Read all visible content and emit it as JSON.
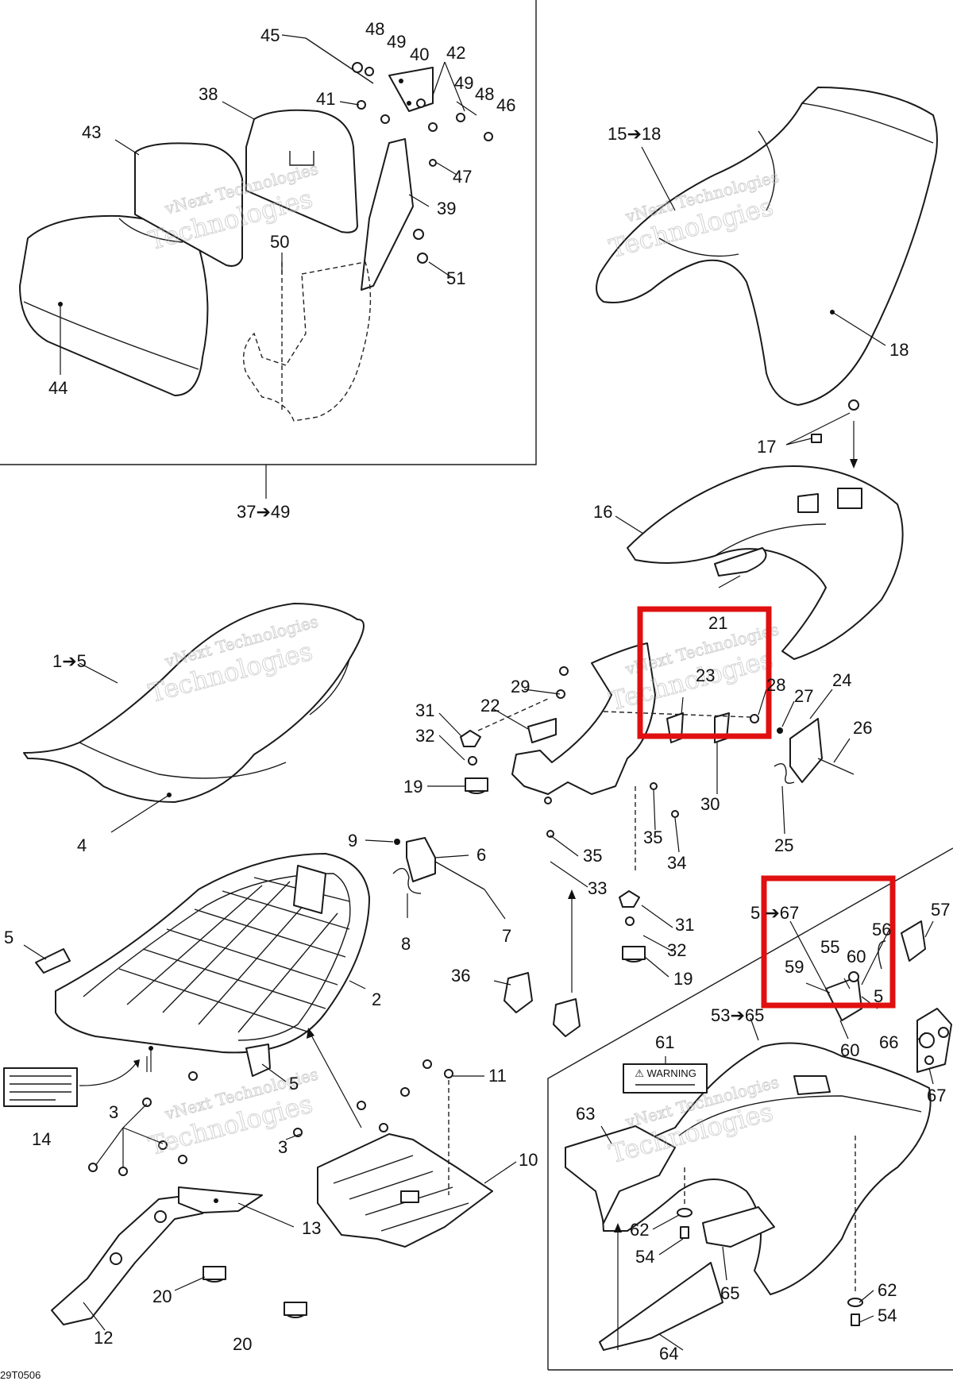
{
  "watermark": {
    "line1": "vNext Technologies",
    "line2": "Technologies"
  },
  "drawing_code": "29T0506",
  "box_labels": {
    "backrest": "37➔49",
    "rear_seat": "53➔65"
  },
  "labels": {
    "l45": "45",
    "l48a": "48",
    "l49a": "49",
    "l40": "40",
    "l42": "42",
    "l49b": "49",
    "l48b": "48",
    "l46": "46",
    "l38": "38",
    "l41": "41",
    "l43": "43",
    "l47": "47",
    "l39": "39",
    "l50": "50",
    "l51": "51",
    "l44": "44",
    "l15_18": "15➔18",
    "l18": "18",
    "l17": "17",
    "l16": "16",
    "l21": "21",
    "l1_5": "1➔5",
    "l4": "4",
    "l29": "29",
    "l22": "22",
    "l31a": "31",
    "l32a": "32",
    "l19a": "19",
    "l23": "23",
    "l28": "28",
    "l27": "27",
    "l24": "24",
    "l26": "26",
    "l30": "30",
    "l25": "25",
    "l35a": "35",
    "l34": "34",
    "l35b": "35",
    "l33": "33",
    "l9": "9",
    "l6": "6",
    "l8": "8",
    "l7": "7",
    "l31b": "31",
    "l32b": "32",
    "l19b": "19",
    "l36": "36",
    "l5a": "5",
    "l2": "2",
    "l14": "14",
    "l3a": "3",
    "l5b": "5",
    "l11": "11",
    "l3b": "3",
    "l10": "10",
    "l13": "13",
    "l20a": "20",
    "l12": "12",
    "l20b": "20",
    "l55_67": "5 ➔67",
    "l57": "57",
    "l56": "56",
    "l59": "59",
    "l55": "55",
    "l60a": "60",
    "l5c": "5",
    "l60b": "60",
    "l66": "66",
    "l67": "67",
    "l61": "61",
    "l63": "63",
    "l62a": "62",
    "l54a": "54",
    "l65": "65",
    "l62b": "62",
    "l54b": "54",
    "l64": "64"
  },
  "decal": {
    "warning_title": "⚠ WARNING"
  }
}
